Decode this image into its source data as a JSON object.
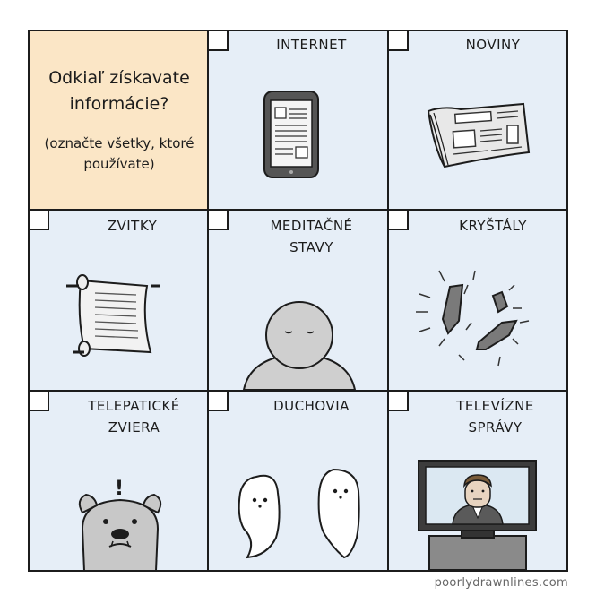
{
  "question": {
    "main": "Odkiaľ získavate informácie?",
    "sub": "(označte všetky, ktoré používate)"
  },
  "options": [
    {
      "id": "internet",
      "label": "INTERNET",
      "icon": "tablet-icon"
    },
    {
      "id": "noviny",
      "label": "NOVINY",
      "icon": "newspaper-icon"
    },
    {
      "id": "zvitky",
      "label": "ZVITKY",
      "icon": "scroll-icon"
    },
    {
      "id": "meditacne",
      "label": "MEDITAČNÉ STAVY",
      "icon": "meditating-person-icon"
    },
    {
      "id": "krystaly",
      "label": "KRYŠTÁLY",
      "icon": "crystals-icon"
    },
    {
      "id": "telepaticke",
      "label": "TELEPATICKÉ ZVIERA",
      "icon": "dog-icon"
    },
    {
      "id": "duchovia",
      "label": "DUCHOVIA",
      "icon": "ghosts-icon"
    },
    {
      "id": "televizne",
      "label": "TELEVÍZNE SPRÁVY",
      "icon": "tv-news-icon"
    }
  ],
  "credit": "poorlydrawnlines.com",
  "colors": {
    "question_bg": "#fbe6c6",
    "cell_bg": "#e6eef7",
    "line": "#1c1c1c"
  }
}
